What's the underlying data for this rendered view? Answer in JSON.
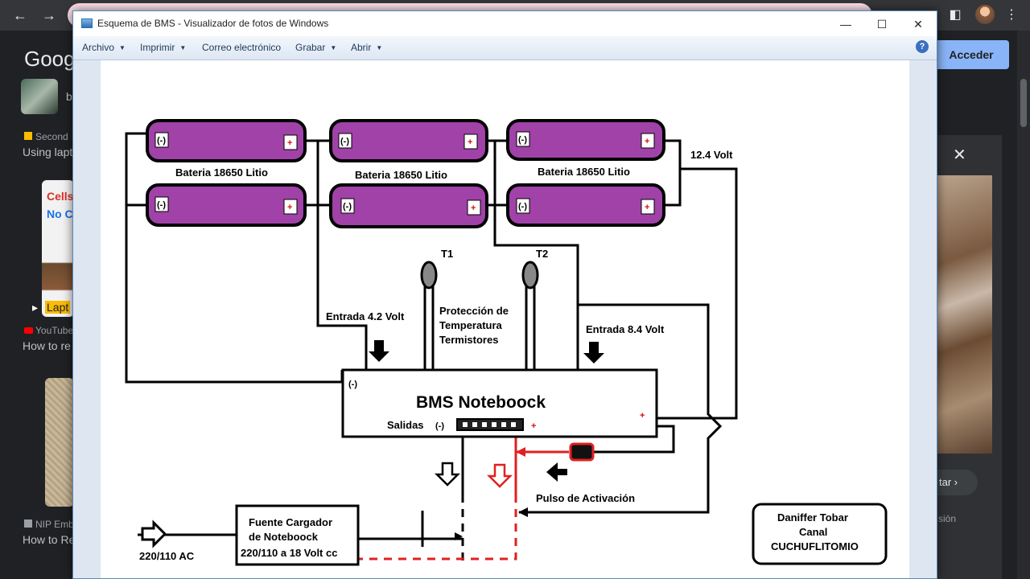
{
  "browser": {
    "accent": "#fde2e8",
    "icons": [
      "back-arrow-icon",
      "forward-arrow-icon",
      "sidepanel-icon",
      "profile-avatar",
      "kebab-menu-icon"
    ]
  },
  "google": {
    "logo": "Goog",
    "acceder": "Acceder",
    "result1_source": "Second",
    "result1_title": "Using lapt",
    "result1_thumb_line1": "Cells",
    "result1_thumb_line2": "No C",
    "result1_caption": "Lapt",
    "result2_source": "YouTube",
    "result2_title": "How to re",
    "result3_source": "NIP Emb",
    "result3_title": "How to Re",
    "visitar": "tar",
    "side_text": "sión",
    "side_letter": "b"
  },
  "viewer": {
    "title": "Esquema de BMS - Visualizador de fotos de Windows",
    "minimize": "—",
    "maximize": "☐",
    "close": "✕",
    "menu": {
      "archivo": "Archivo",
      "imprimir": "Imprimir",
      "correo": "Correo electrónico",
      "grabar": "Grabar",
      "abrir": "Abrir"
    },
    "help": "?"
  },
  "diagram": {
    "colors": {
      "battery": "#a042a8",
      "wire": "#000000",
      "red_wire": "#e02020"
    },
    "neg": "(-)",
    "pos": "+",
    "battery_label": "Bateria 18650 Litio",
    "volt_124": "12.4 Volt",
    "t1": "T1",
    "t2": "T2",
    "proteccion_1": "Protección de",
    "proteccion_2": "Temperatura",
    "proteccion_3": "Termistores",
    "entrada_42": "Entrada 4.2 Volt",
    "entrada_84": "Entrada 8.4 Volt",
    "bms_title": "BMS Noteboock",
    "salidas": "Salidas",
    "pulso": "Pulso de Activación",
    "fuente_1": "Fuente Cargador",
    "fuente_2": "de Noteboock",
    "fuente_3": "220/110 a 18 Volt cc",
    "ac": "220/110 AC",
    "credit_1": "Daniffer Tobar",
    "credit_2": "Canal",
    "credit_3": "CUCHUFLITOMIO"
  }
}
